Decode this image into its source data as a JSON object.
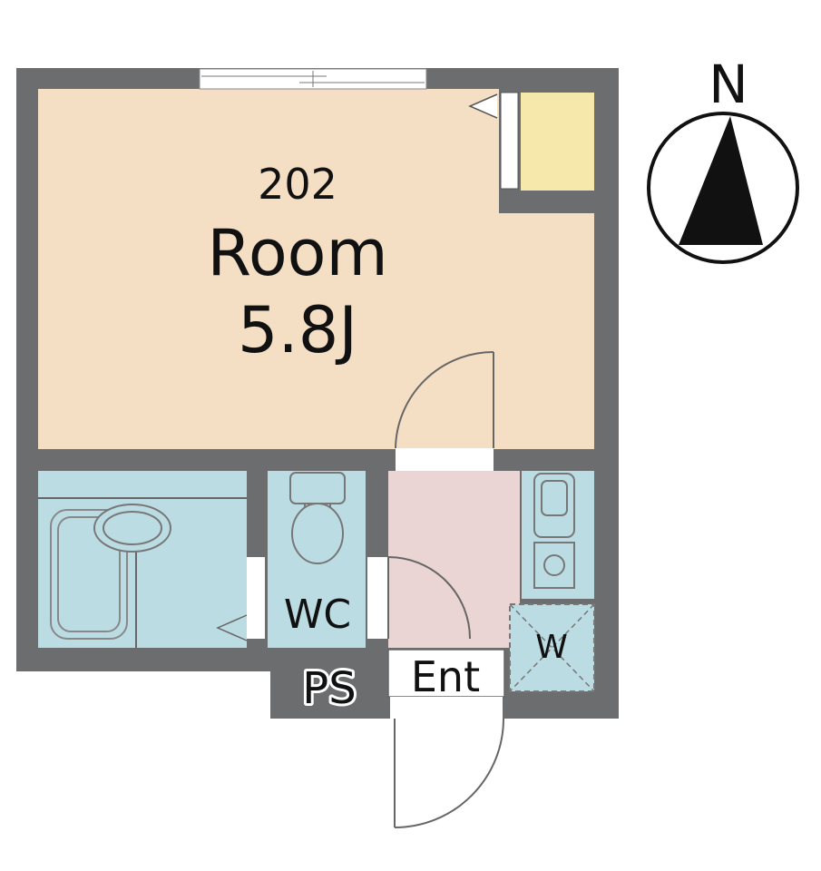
{
  "plan": {
    "unit_number": "202",
    "room_label": "Room",
    "room_size": "5.8J",
    "toilet_label": "WC",
    "pipe_space_label": "PS",
    "entrance_label": "Ent",
    "washer_label": "W"
  },
  "compass": {
    "north_label": "N"
  },
  "colors": {
    "wall": "#6b6d6f",
    "room_floor": "#f4dfc4",
    "wet_area": "#bcdce4",
    "entrance_floor": "#ebd4d4",
    "closet": "#f6e8ab",
    "line": "#555555"
  }
}
